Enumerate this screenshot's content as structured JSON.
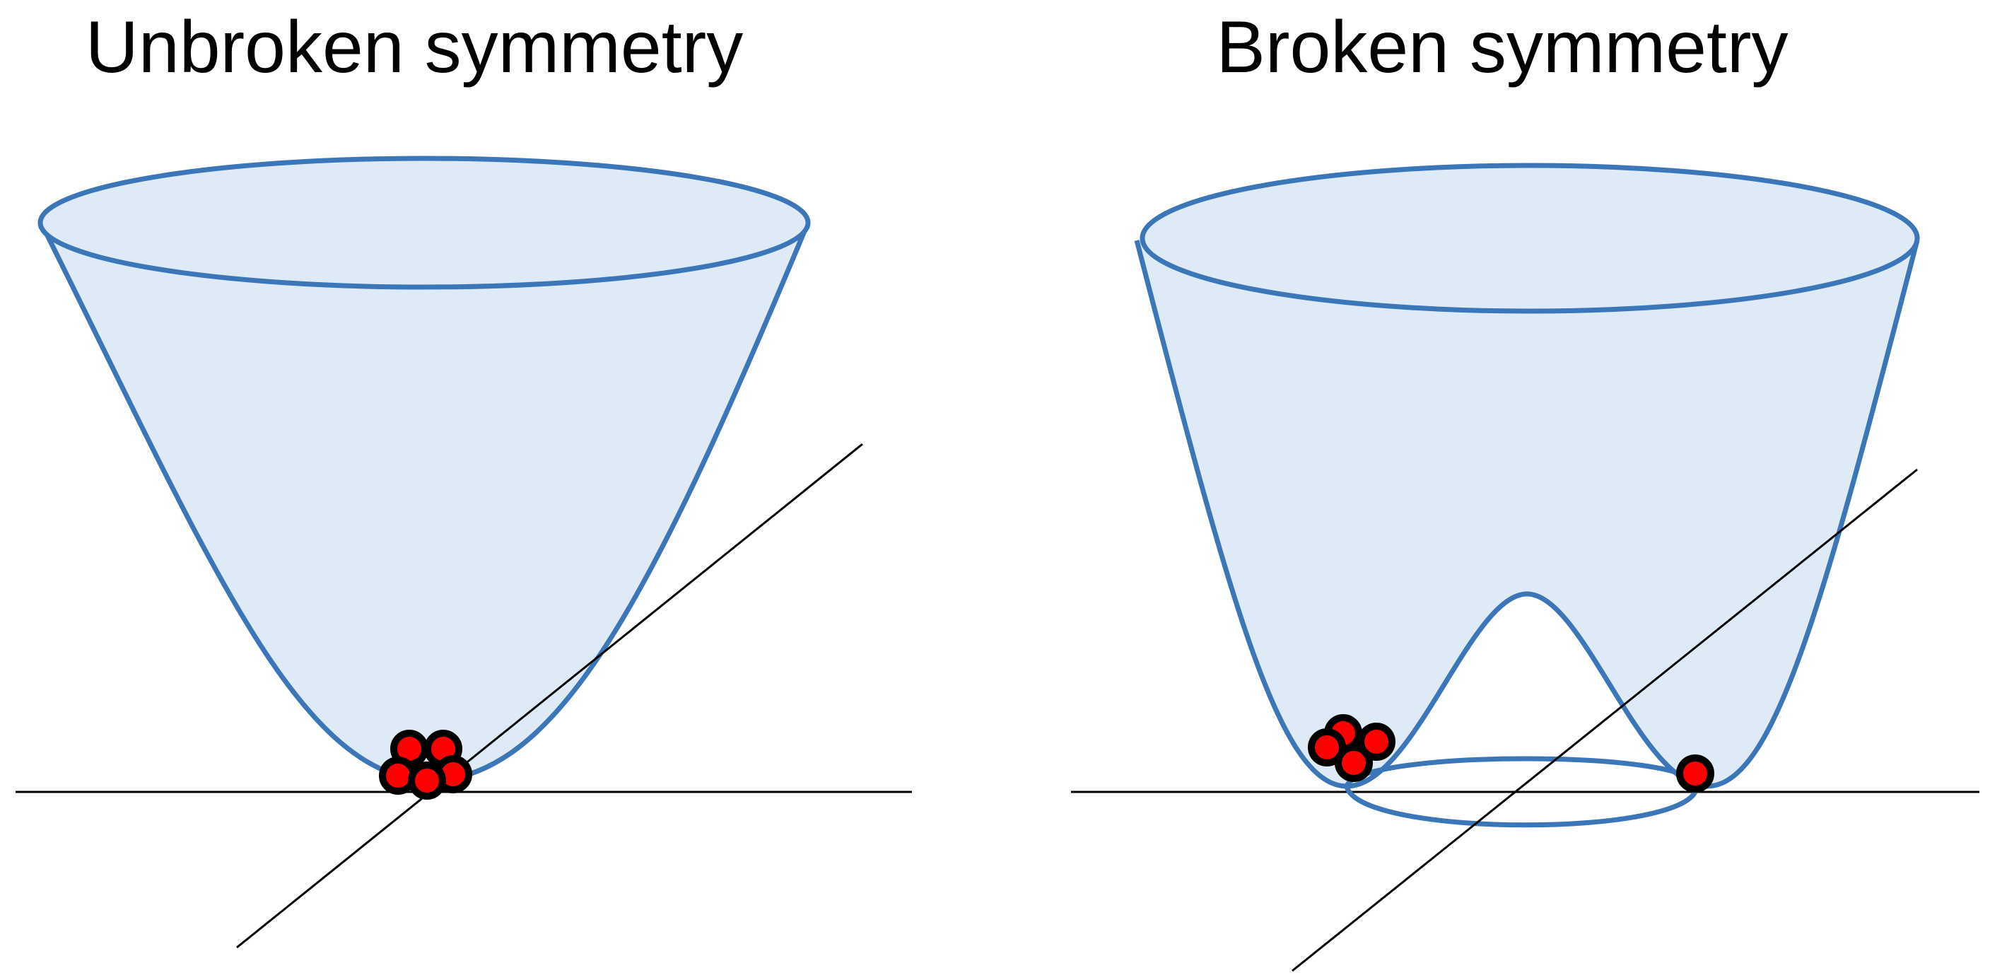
{
  "titles": {
    "left": "Unbroken symmetry",
    "right": "Broken symmetry"
  },
  "colors": {
    "surface_stroke": "#3A76B8",
    "surface_fill": "#DEEAF6",
    "ball_fill": "#FF0000",
    "ball_outline": "#000000",
    "axis_line": "#000000"
  },
  "panels": [
    {
      "id": "unbroken",
      "potential": "single-well",
      "ball_count": 5,
      "ball_cluster": "at bottom of single well"
    },
    {
      "id": "broken",
      "potential": "double-well (mexican hat)",
      "ball_count": 5,
      "ball_cluster_left_count": 4,
      "ball_cluster_right_count": 1
    }
  ]
}
